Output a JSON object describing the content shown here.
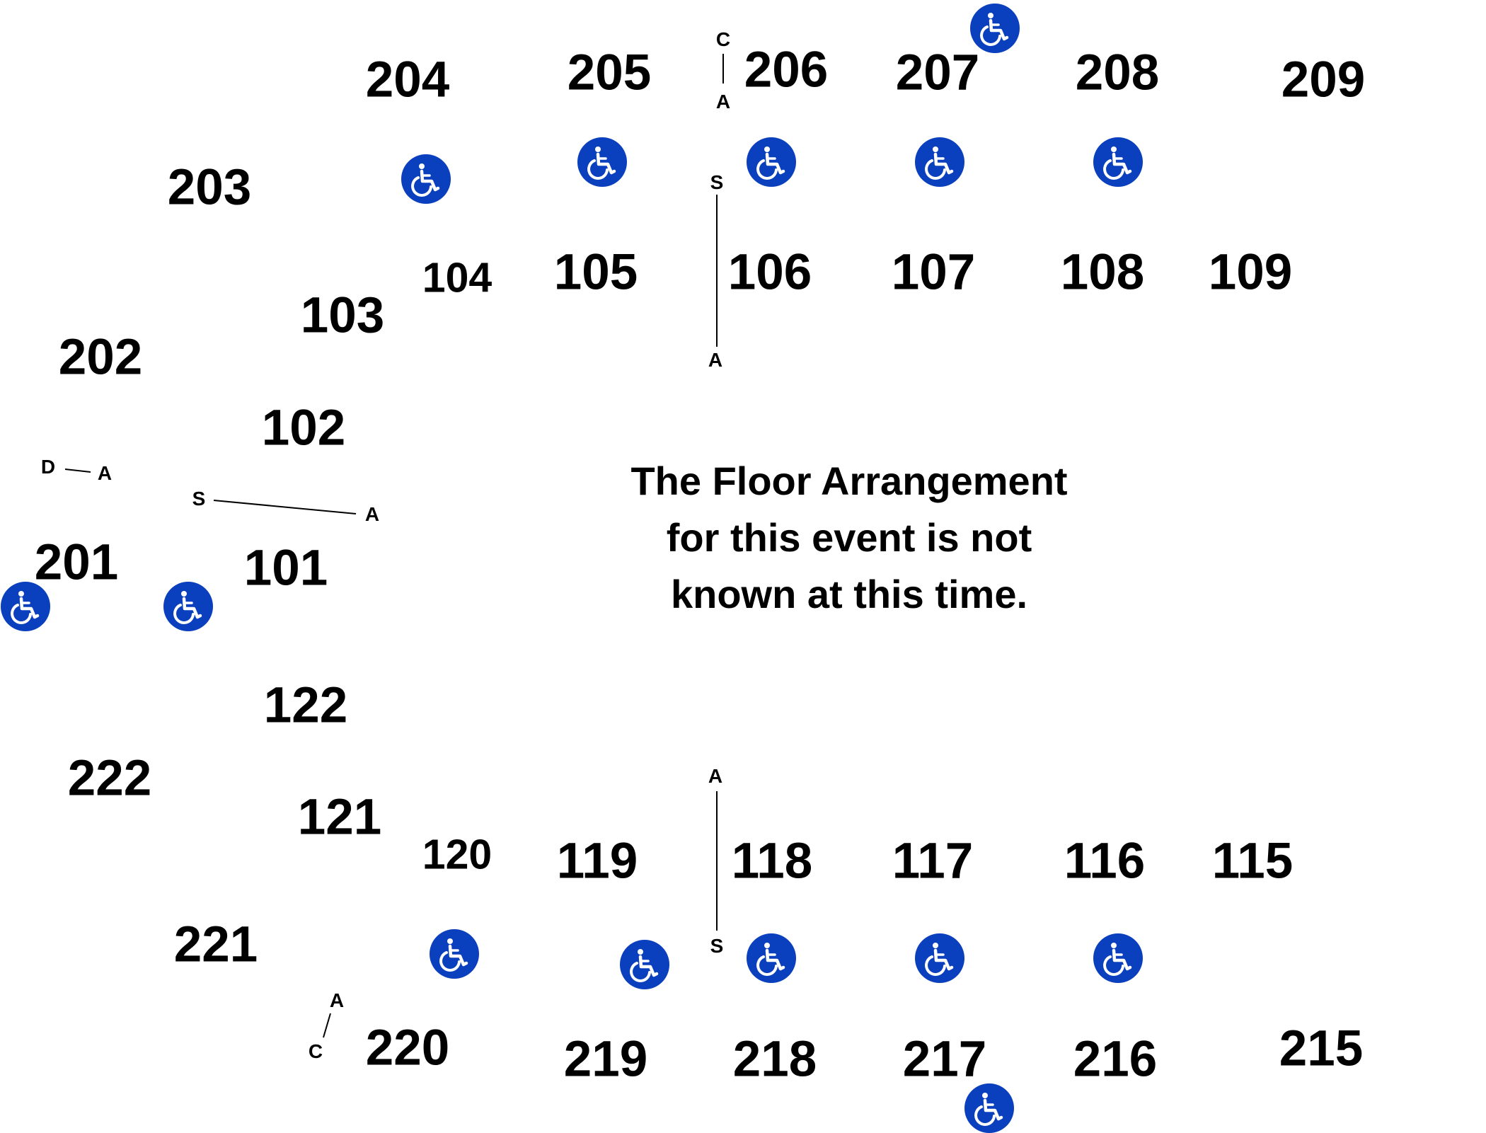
{
  "notice": {
    "line1": "The Floor Arrangement",
    "line2": "for this event is not",
    "line3": "known at this time."
  },
  "sections_200_level": {
    "s201": "201",
    "s202": "202",
    "s203": "203",
    "s204": "204",
    "s205": "205",
    "s206": "206",
    "s207": "207",
    "s208": "208",
    "s209": "209",
    "s215": "215",
    "s216": "216",
    "s217": "217",
    "s218": "218",
    "s219": "219",
    "s220": "220",
    "s221": "221",
    "s222": "222"
  },
  "sections_100_level": {
    "s101": "101",
    "s102": "102",
    "s103": "103",
    "s104": "104",
    "s105": "105",
    "s106": "106",
    "s107": "107",
    "s108": "108",
    "s109": "109",
    "s115": "115",
    "s116": "116",
    "s117": "117",
    "s118": "118",
    "s119": "119",
    "s120": "120",
    "s121": "121",
    "s122": "122"
  },
  "markers": {
    "top_c": "C",
    "top_a": "A",
    "north_s": "S",
    "north_a": "A",
    "west_d": "D",
    "west_a1": "A",
    "west_s": "S",
    "west_a2": "A",
    "south_a": "A",
    "south_s": "S",
    "sw_a": "A",
    "sw_c": "C"
  },
  "accessible_icon": "wheelchair-accessible-icon",
  "colors": {
    "accessible_badge": "#0a3fbd",
    "text": "#000000",
    "background": "#ffffff"
  }
}
